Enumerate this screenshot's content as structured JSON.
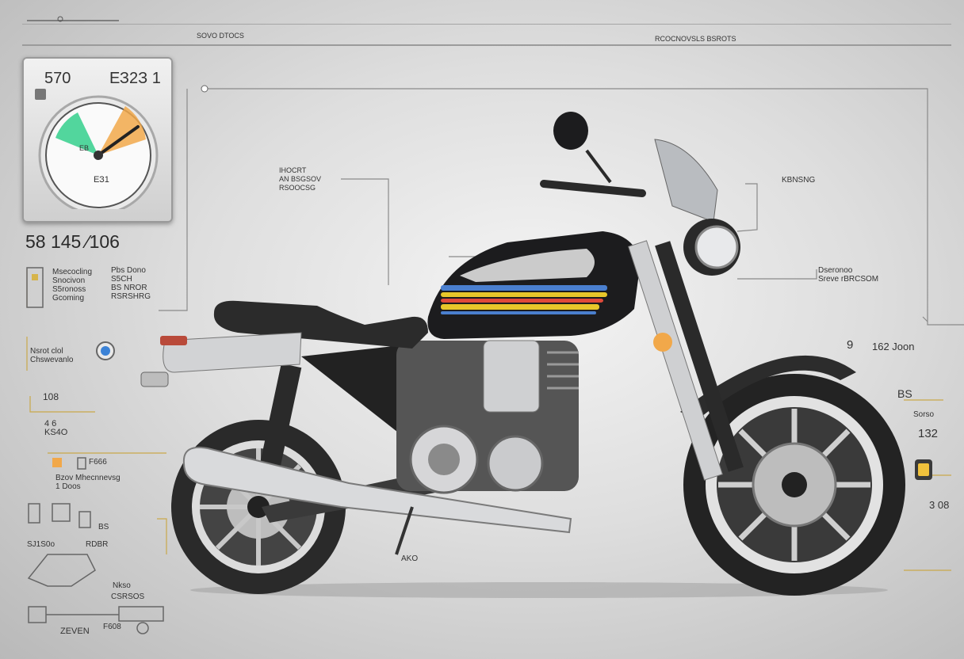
{
  "header": {
    "left_text": "SOVO DTOCS",
    "right_text": "RCOCNOVSLS BSROTS"
  },
  "gauge": {
    "left_value": "570",
    "right_value": "ЕЗ2З 1",
    "center_label": "ЕЗ1",
    "inner_label": "EB"
  },
  "headline_number": "58 145 ⁄106",
  "left_labels": [
    {
      "id": "l1",
      "text": "Msecocling\nSnocivon\nS5ronoss\nGcoming"
    },
    {
      "id": "l2",
      "text": "Pbs Dono\nS5CH\nBS NROR\nRSRSHRG"
    },
    {
      "id": "l3",
      "text": "Nsrot clol\nChswevanlo"
    },
    {
      "id": "l4",
      "text": "108"
    },
    {
      "id": "l5",
      "text": "4 6\nKS4O"
    },
    {
      "id": "l6",
      "text": "F666"
    },
    {
      "id": "l7",
      "text": "Bzov Mhecnnevsg\n1 Doos"
    },
    {
      "id": "l8",
      "text": "BS"
    },
    {
      "id": "l9",
      "text": "SJ1S0o"
    },
    {
      "id": "l10",
      "text": "RDBR"
    },
    {
      "id": "l11",
      "text": "Nkso"
    },
    {
      "id": "l12",
      "text": "CSRSOS"
    },
    {
      "id": "l13",
      "text": "ZEVEN"
    },
    {
      "id": "l14",
      "text": "F608"
    }
  ],
  "center_labels": [
    {
      "id": "c1",
      "text": "IHOCRT\nAN BSGSOV\nRSOOCSG"
    }
  ],
  "right_labels": [
    {
      "id": "r1",
      "text": "KBNSNG"
    },
    {
      "id": "r2",
      "text": "Dseronoo\nSreve rBRCSOM"
    },
    {
      "id": "r3",
      "text": "162 Joon"
    },
    {
      "id": "r4",
      "text": "9"
    },
    {
      "id": "r5",
      "text": "BS"
    },
    {
      "id": "r6",
      "text": "Sorso"
    },
    {
      "id": "r7",
      "text": "132"
    },
    {
      "id": "r8",
      "text": "3 08"
    }
  ],
  "ground_label": "AKO",
  "colors": {
    "gold": "#c9a84a",
    "line": "#8a8a8a",
    "tank_black": "#1c1c1e",
    "stripe_yellow": "#e8c72a",
    "stripe_blue": "#4a7fcf",
    "chrome": "#d5d6d8",
    "gauge_green": "#3fd192",
    "gauge_orange": "#f1a84a"
  },
  "icons": [
    "speedometer-icon",
    "motorcycle-illustration",
    "indicator-dot-icon",
    "warning-lamp-icon",
    "tool-schematic-icon"
  ]
}
